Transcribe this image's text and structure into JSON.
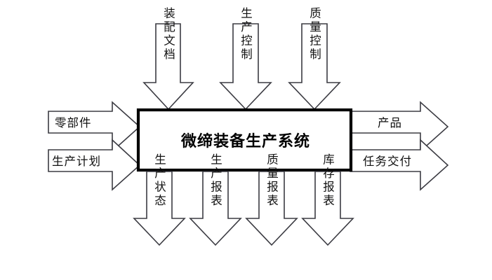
{
  "diagram": {
    "title": "微缔装备生产系统",
    "type": "idef0-process-diagram",
    "system": {
      "label": "微缔装备生产系统"
    },
    "inputs_left": [
      {
        "label": "零部件"
      },
      {
        "label": "生产计划"
      }
    ],
    "controls_top": [
      {
        "label": "装配文档"
      },
      {
        "label": "生产控制"
      },
      {
        "label": "质量控制"
      }
    ],
    "outputs_right": [
      {
        "label": "产品"
      },
      {
        "label": "任务交付"
      }
    ],
    "outputs_bottom": [
      {
        "label": "生产状态"
      },
      {
        "label": "生产报表"
      },
      {
        "label": "质量报表"
      },
      {
        "label": "库存报表"
      }
    ],
    "colors": {
      "background": "#ffffff",
      "arrow_stroke": "#3b3b42",
      "box_stroke": "#000000",
      "text": "#111111"
    }
  }
}
